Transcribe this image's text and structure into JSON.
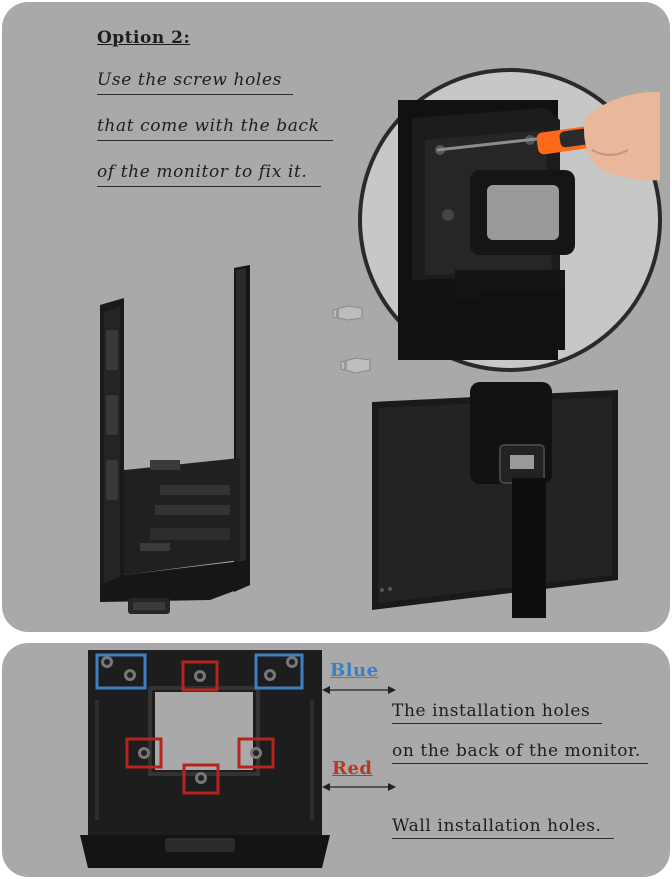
{
  "top_panel": {
    "heading": "Option 2:",
    "lines": [
      "Use the screw holes",
      "that come with the back",
      "of the monitor to fix it."
    ]
  },
  "bottom_panel": {
    "blue_label": "Blue",
    "red_label": "Red",
    "blue_desc_line1": "The installation holes",
    "blue_desc_line2": "on the back of the monitor.",
    "red_desc": "Wall installation holes."
  },
  "colors": {
    "panel_bg": "#a9a9a9",
    "blue_accent": "#3d7fc4",
    "red_accent": "#b83a1d",
    "screwdriver_orange": "#ff6a1a"
  }
}
